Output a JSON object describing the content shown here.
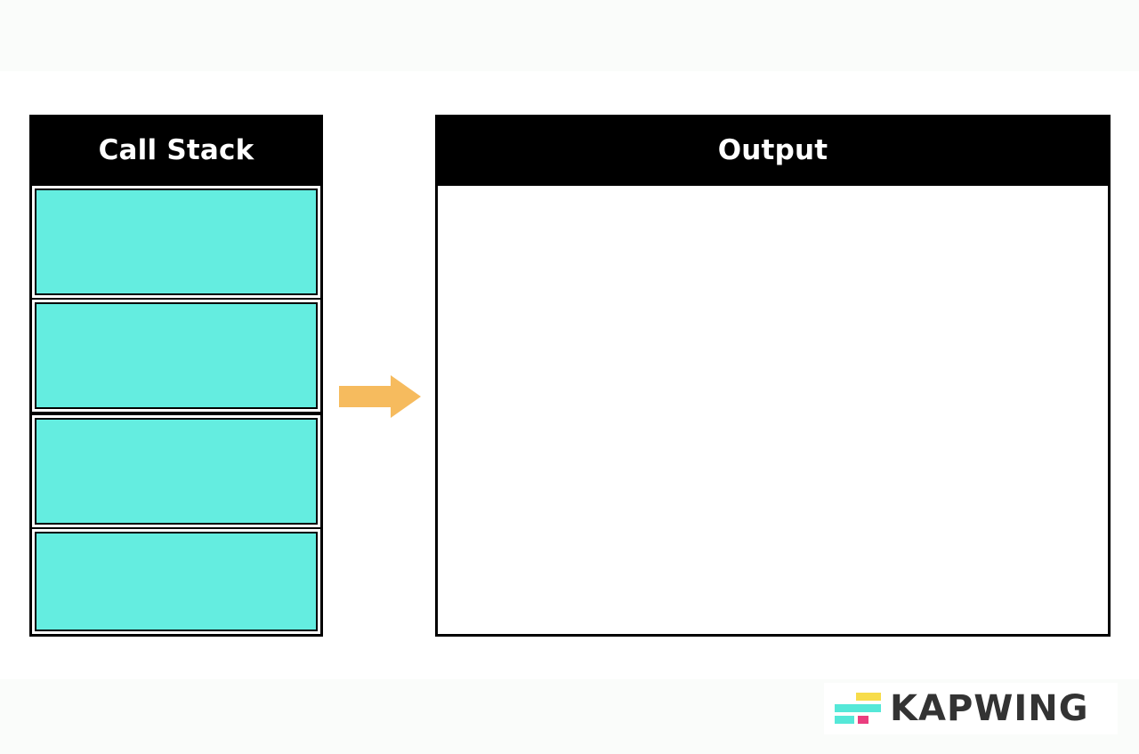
{
  "diagram": {
    "call_stack": {
      "title": "Call Stack",
      "frames": [
        "",
        "",
        "",
        ""
      ],
      "frame_color": "#64ede0"
    },
    "output": {
      "title": "Output",
      "content": ""
    },
    "arrow_color": "#f6bb5e"
  },
  "watermark": {
    "brand": "KAPWING",
    "brand_color": "#333333",
    "logo_colors": [
      "#f7dc4a",
      "#55e8d8",
      "#ea3e7f"
    ]
  }
}
